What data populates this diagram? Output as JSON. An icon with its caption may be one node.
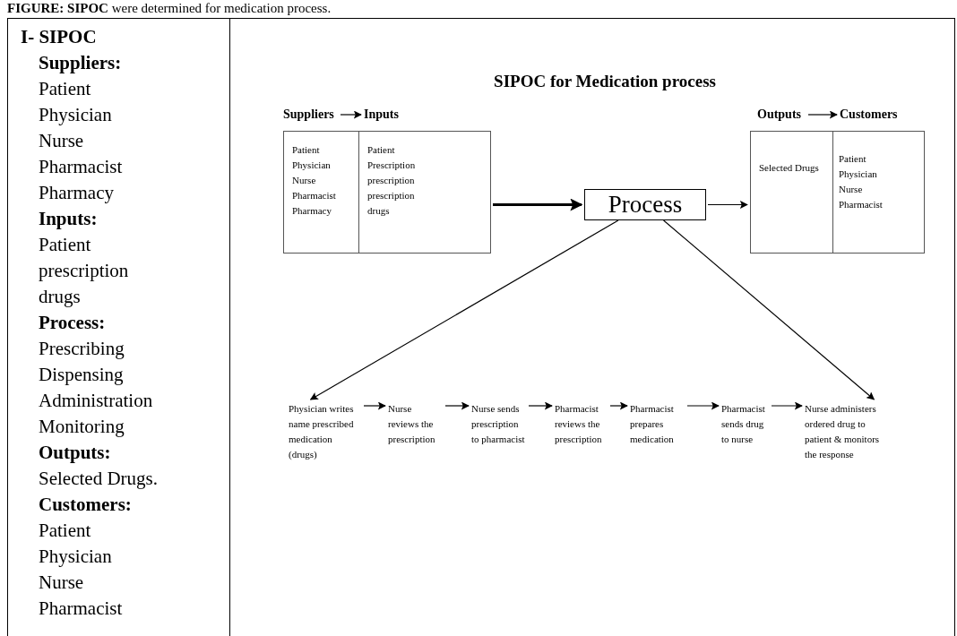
{
  "diagram": {
    "title": "SIPOC for Medication process",
    "nodes": [
      {
        "text": [
          "Suppliers"
        ]
      },
      {
        "text": [
          "Inputs"
        ]
      },
      {
        "text": [
          "Patient",
          "Physician",
          "Nurse",
          "Pharmacist",
          "Pharmacy"
        ]
      },
      {
        "text": [
          "Patient",
          "Prescription",
          "prescription",
          "prescription",
          "drugs"
        ]
      },
      {
        "text": [
          "Process"
        ]
      },
      {
        "text": [
          "Outputs"
        ]
      },
      {
        "text": [
          "Customers"
        ]
      },
      {
        "text": [
          "Selected Drugs"
        ]
      },
      {
        "text": [
          "Patient",
          "Physician",
          "Nurse",
          "Pharmacist"
        ]
      },
      {
        "text": [
          "Physician writes name prescribed medication (drugs)"
        ]
      },
      {
        "text": [
          "Nurse reviews the prescription"
        ]
      },
      {
        "text": [
          "Nurse sends prescription to pharmacist"
        ]
      },
      {
        "text": [
          "Pharmacist reviews the prescription"
        ]
      },
      {
        "text": [
          "Pharmacist prepares medication"
        ]
      },
      {
        "text": [
          "Pharmacist sends drug to nurse"
        ]
      },
      {
        "text": [
          "Nurse administers ordered drug to patient & monitors the response"
        ]
      }
    ],
    "edges": [
      {
        "from": 0,
        "to": 1,
        "arrow": "to"
      },
      {
        "from": 3,
        "to": 4,
        "arrow": "to",
        "style": "thick"
      },
      {
        "from": 4,
        "to": 7,
        "arrow": "to"
      },
      {
        "from": 5,
        "to": 6,
        "arrow": "to"
      },
      {
        "from": 4,
        "to": 9,
        "arrow": "to"
      },
      {
        "from": 4,
        "to": 15,
        "arrow": "to"
      },
      {
        "from": 9,
        "to": 10,
        "arrow": "to"
      },
      {
        "from": 10,
        "to": 11,
        "arrow": "to"
      },
      {
        "from": 11,
        "to": 12,
        "arrow": "to"
      },
      {
        "from": 12,
        "to": 13,
        "arrow": "to"
      },
      {
        "from": 13,
        "to": 14,
        "arrow": "to"
      },
      {
        "from": 14,
        "to": 15,
        "arrow": "to"
      }
    ],
    "labels": [
      "**FIGURE: SIPOC** were determined for medication process.",
      "I- SIPOC",
      "Suppliers:",
      "Patient",
      "Physician",
      "Nurse",
      "Pharmacist",
      "Pharmacy",
      "Inputs:",
      "Patient",
      "prescription",
      "drugs",
      "Process:",
      "Prescribing",
      "Dispensing",
      "Administration",
      "Monitoring",
      "Outputs:",
      "Selected Drugs.",
      "Customers:",
      "Patient",
      "Physician",
      "Nurse",
      "Pharmacist"
    ]
  }
}
